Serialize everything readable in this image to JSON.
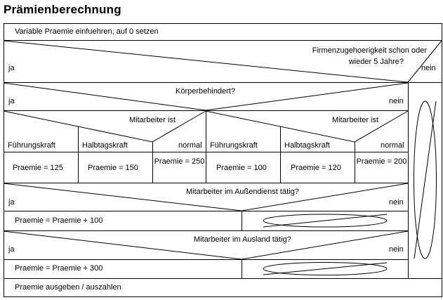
{
  "title": "Prämienberechnung",
  "init": "Variable Praemie einfuehren, auf 0 setzen",
  "loop": {
    "condition_line1": "Firmenzugehoerigkeit schon oder",
    "condition_line2": "wieder 5 Jahre?",
    "yes": "ja",
    "no": "nein"
  },
  "disabled": {
    "question": "Körperbehindert?",
    "yes": "ja",
    "no": "nein"
  },
  "case_left": {
    "question": "Mitarbeiter ist",
    "options": [
      "Führungskraft",
      "Halbtagskraft",
      "normal"
    ],
    "results": [
      "Praemie = 125",
      "Praemie = 150",
      "Praemie = 250"
    ]
  },
  "case_right": {
    "question": "Mitarbeiter ist",
    "options": [
      "Führungskraft",
      "Halbtagskraft",
      "normal"
    ],
    "results": [
      "Praemie = 100",
      "Praemie = 120",
      "Praemie = 200"
    ]
  },
  "field": {
    "question": "Mitarbeiter im Außendienst tätig?",
    "yes": "ja",
    "no": "nein",
    "action": "Praemie = Praemie + 100"
  },
  "abroad": {
    "question": "Mitarbeiter im Ausland tätig?",
    "yes": "ja",
    "no": "nein",
    "action": "Praemie = Praemie + 300"
  },
  "output": "Praemie ausgeben / auszahlen"
}
